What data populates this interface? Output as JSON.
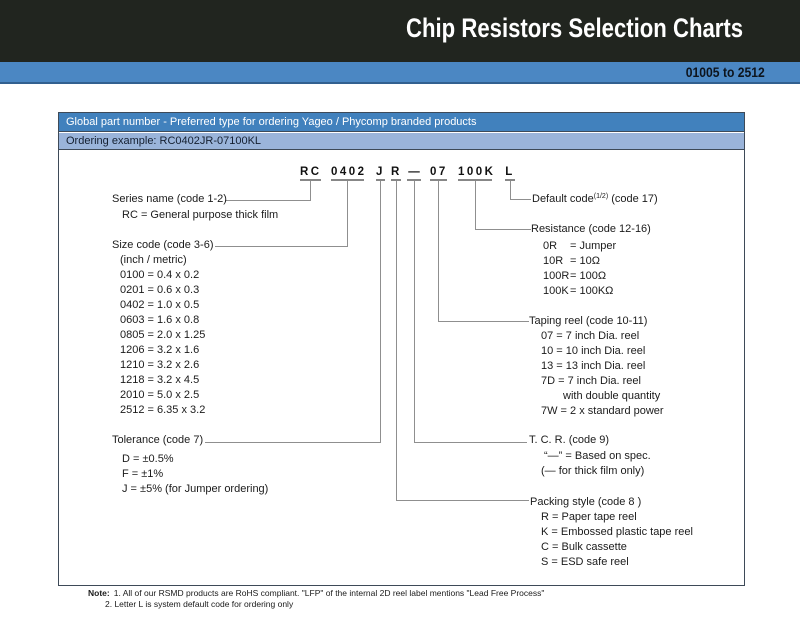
{
  "header": {
    "title": "Chip Resistors Selection Charts",
    "range_badge": "01005 to 2512"
  },
  "panel": {
    "header": "Global part number - Preferred type for ordering Yageo / Phycomp branded products",
    "ordering_example": "Ordering example: RC0402JR-07100KL"
  },
  "part_number": {
    "segments": [
      "RC",
      "0402",
      "J",
      "R",
      "—",
      "07",
      "100K",
      "L"
    ]
  },
  "sections": {
    "series": {
      "label": "Series name (code 1-2)",
      "items": [
        "RC = General purpose thick film"
      ]
    },
    "size": {
      "label": "Size code (code 3-6)",
      "items": [
        "(inch / metric)",
        "0100 = 0.4 x 0.2",
        "0201 = 0.6 x 0.3",
        "0402 = 1.0 x 0.5",
        "0603 = 1.6 x 0.8",
        "0805 = 2.0 x 1.25",
        "1206 = 3.2 x 1.6",
        "1210 = 3.2 x 2.6",
        "1218 = 3.2 x 4.5",
        "2010 = 5.0 x 2.5",
        "2512 = 6.35 x 3.2"
      ]
    },
    "tolerance": {
      "label": "Tolerance (code 7)",
      "items": [
        "D = ±0.5%",
        "F = ±1%",
        "J = ±5%  (for Jumper ordering)"
      ]
    },
    "default_code": {
      "label_pre": "Default code",
      "label_sup": "(1/2)",
      "label_post": " (code 17)"
    },
    "resistance": {
      "label": "Resistance (code 12-16)",
      "items": [
        {
          "code": "0R",
          "rest": "= Jumper"
        },
        {
          "code": "10R",
          "rest": "= 10Ω"
        },
        {
          "code": "100R",
          "rest": "= 100Ω"
        },
        {
          "code": "100K",
          "rest": "= 100KΩ"
        }
      ]
    },
    "taping": {
      "label": "Taping reel (code 10-11)",
      "items": [
        "07 = 7 inch Dia. reel",
        "10 = 10 inch Dia. reel",
        "13 = 13 inch Dia. reel",
        "7D = 7 inch Dia. reel",
        "with double quantity",
        "7W = 2 x standard power"
      ]
    },
    "tcr": {
      "label": "T. C. R. (code 9)",
      "items": [
        "“—” = Based on spec.",
        "(— for thick film only)"
      ]
    },
    "packing": {
      "label": "Packing style (code 8 )",
      "items": [
        "R = Paper tape reel",
        "K = Embossed plastic tape reel",
        "C = Bulk cassette",
        "S = ESD safe reel"
      ]
    }
  },
  "notes": {
    "label": "Note:",
    "items": [
      "1. All of our RSMD products are RoHS compliant. \"LFP\" of the internal 2D reel label mentions \"Lead Free Process\"",
      "2. Letter L is system default code for ordering only"
    ]
  },
  "colors": {
    "banner_bg": "#21251f",
    "accent_blue": "#4b87c3",
    "panel_header_blue": "#4181bd",
    "panel_subheader_blue": "#9ab4da",
    "line_gray": "#8f8f8f"
  }
}
